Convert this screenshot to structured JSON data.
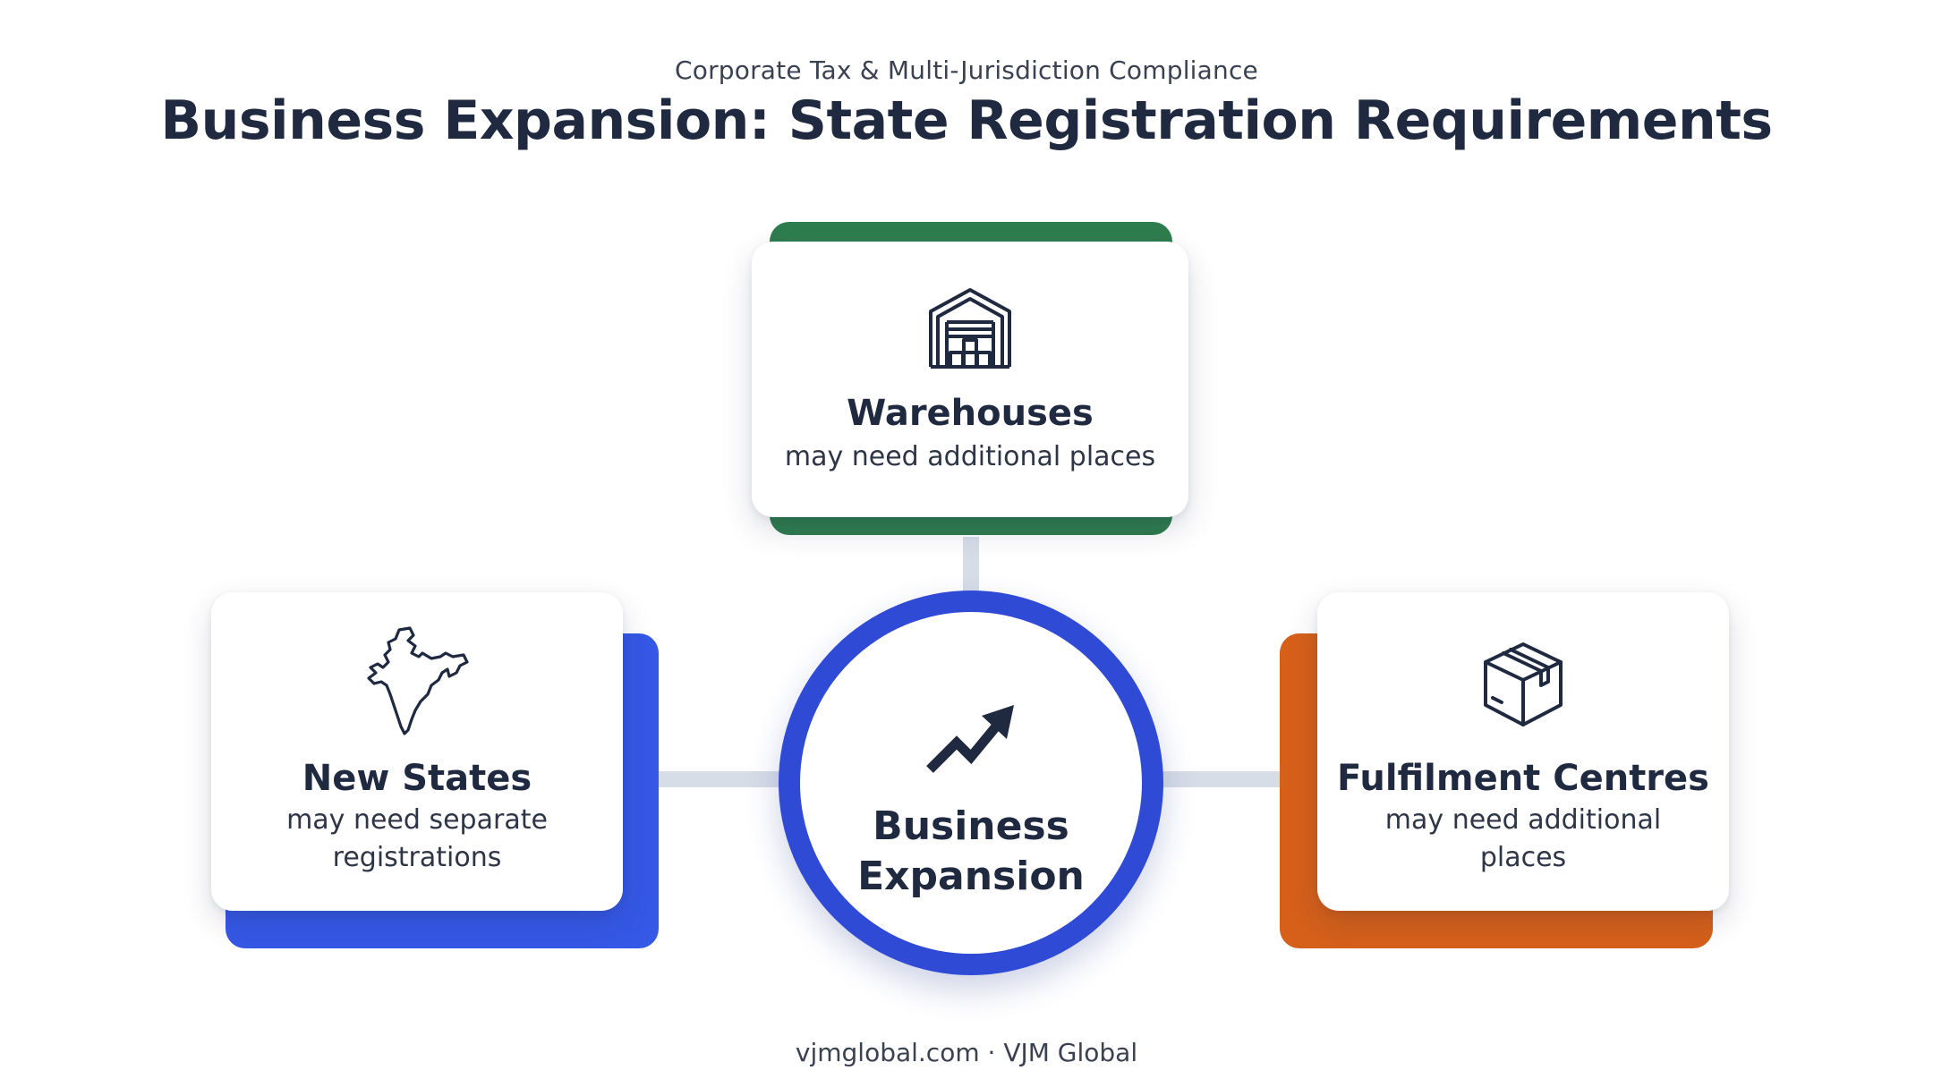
{
  "header": {
    "kicker": "Corporate Tax & Multi-Jurisdiction Compliance",
    "title": "Business Expansion: State Registration Requirements"
  },
  "center": {
    "label_line1": "Business",
    "label_line2": "Expansion",
    "icon": "trending-up-arrow-icon",
    "ring_color": "#2f4bd6"
  },
  "cards": {
    "top": {
      "title": "Warehouses",
      "subtitle": "may need additional places",
      "icon": "warehouse-icon",
      "accent_color": "#2e7d4f"
    },
    "left": {
      "title": "New States",
      "subtitle_line1": "may need separate",
      "subtitle_line2": "registrations",
      "icon": "india-map-icon",
      "accent_color": "#3558e6"
    },
    "right": {
      "title": "Fulfilment Centres",
      "subtitle_line1": "may need additional",
      "subtitle_line2": "places",
      "icon": "package-box-icon",
      "accent_color": "#d6601a"
    }
  },
  "footer": {
    "text": "vjmglobal.com · VJM Global"
  }
}
